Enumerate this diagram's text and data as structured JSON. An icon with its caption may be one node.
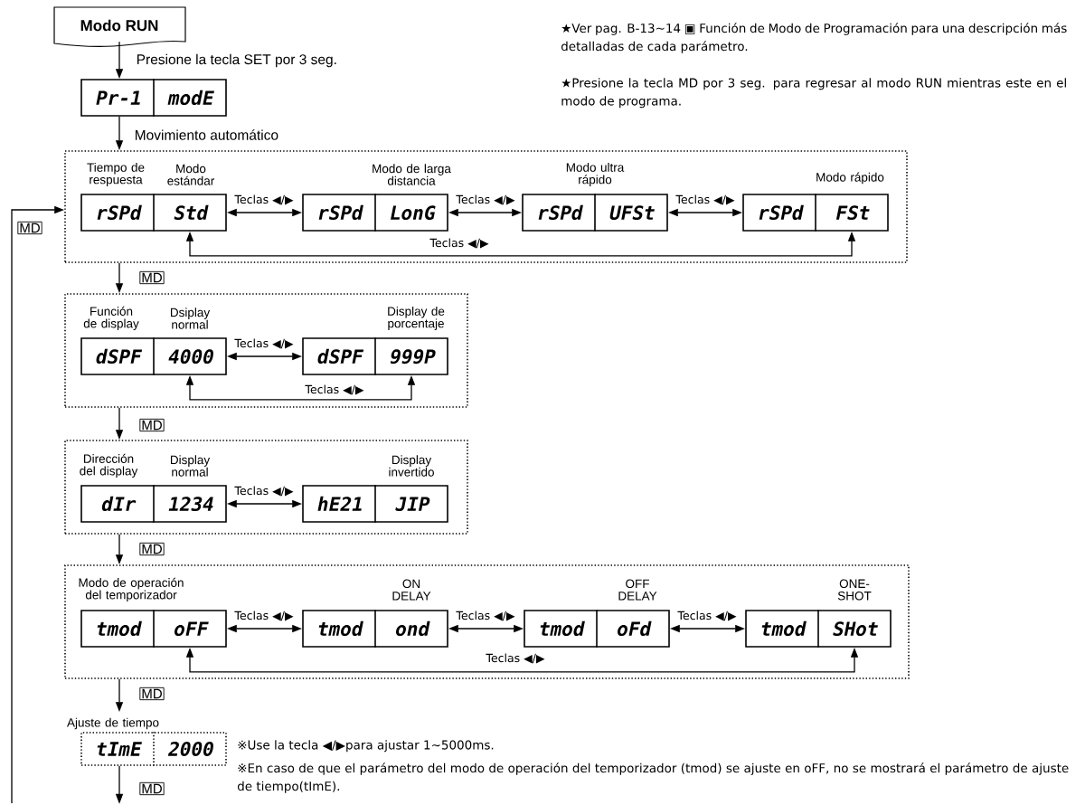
{
  "diagram": {
    "nodes": [
      {
        "text": [
          "Modo RUN"
        ]
      },
      {
        "text": [
          "Pr-1",
          "modE"
        ]
      },
      {
        "text": [],
        "shape": "box"
      },
      {
        "text": [
          "rSPd",
          "Std"
        ],
        "in": 2,
        "beside": [
          "Tiempo de respuesta",
          "Modo estándar"
        ]
      },
      {
        "text": [
          "rSPd",
          "LonG"
        ],
        "in": 2,
        "beside": [
          "Modo de larga distancia"
        ]
      },
      {
        "text": [
          "rSPd",
          "UFSt"
        ],
        "in": 2,
        "beside": [
          "Modo ultra rápido"
        ]
      },
      {
        "text": [
          "rSPd",
          "FSt"
        ],
        "in": 2,
        "beside": [
          "Modo rápido"
        ]
      },
      {
        "text": [],
        "shape": "box"
      },
      {
        "text": [
          "dSPF",
          "4000"
        ],
        "in": 7,
        "beside": [
          "Función de display",
          "Dsiplay normal"
        ]
      },
      {
        "text": [
          "dSPF",
          "999P"
        ],
        "in": 7,
        "beside": [
          "Display de porcentaje"
        ]
      },
      {
        "text": [],
        "shape": "box"
      },
      {
        "text": [
          "dIr",
          "1234"
        ],
        "in": 10,
        "beside": [
          "Dirección del display",
          "Display normal"
        ]
      },
      {
        "text": [
          "hE21",
          "JIP"
        ],
        "in": 10,
        "beside": [
          "Display invertido"
        ]
      },
      {
        "text": [],
        "shape": "box"
      },
      {
        "text": [
          "tmod",
          "oFF"
        ],
        "in": 13,
        "beside": [
          "Modo de operación del temporizador"
        ]
      },
      {
        "text": [
          "tmod",
          "ond"
        ],
        "in": 13,
        "beside": [
          "ON DELAY"
        ]
      },
      {
        "text": [
          "tmod",
          "oFd"
        ],
        "in": 13,
        "beside": [
          "OFF DELAY"
        ]
      },
      {
        "text": [
          "tmod",
          "SHot"
        ],
        "in": 13,
        "beside": [
          "ONE-SHOT"
        ]
      },
      {
        "text": [
          "tImE",
          "2000"
        ],
        "beside": [
          "Ajuste de tiempo"
        ]
      }
    ],
    "edges": [
      {
        "from": 0,
        "to": 1,
        "arrow": "to",
        "label": "Presione la tecla SET por 3 seg."
      },
      {
        "from": 1,
        "to": 2,
        "arrow": "to",
        "label": "Movimiento automático"
      },
      {
        "from": 3,
        "to": 4,
        "arrow": "both",
        "label": "Teclas ◀/▶"
      },
      {
        "from": 4,
        "to": 5,
        "arrow": "both",
        "label": "Teclas ◀/▶"
      },
      {
        "from": 5,
        "to": 6,
        "arrow": "both",
        "label": "Teclas ◀/▶"
      },
      {
        "from": 3,
        "to": 6,
        "arrow": "both",
        "label": "Teclas ◀/▶"
      },
      {
        "from": 2,
        "to": 7,
        "arrow": "to",
        "label": "MD"
      },
      {
        "from": 8,
        "to": 9,
        "arrow": "both",
        "label": "Teclas ◀/▶"
      },
      {
        "from": 8,
        "to": 9,
        "arrow": "both",
        "label": "Teclas ◀/▶"
      },
      {
        "from": 7,
        "to": 10,
        "arrow": "to",
        "label": "MD"
      },
      {
        "from": 11,
        "to": 12,
        "arrow": "both",
        "label": "Teclas ◀/▶"
      },
      {
        "from": 10,
        "to": 13,
        "arrow": "to",
        "label": "MD"
      },
      {
        "from": 14,
        "to": 15,
        "arrow": "both",
        "label": "Teclas ◀/▶"
      },
      {
        "from": 15,
        "to": 16,
        "arrow": "both",
        "label": "Teclas ◀/▶"
      },
      {
        "from": 16,
        "to": 17,
        "arrow": "both",
        "label": "Teclas ◀/▶"
      },
      {
        "from": 14,
        "to": 17,
        "arrow": "both",
        "label": "Teclas ◀/▶"
      },
      {
        "from": 13,
        "to": 18,
        "arrow": "to",
        "label": "MD"
      },
      {
        "from": 18,
        "to": null,
        "arrow": "to",
        "label": "MD"
      },
      {
        "from": null,
        "to": 2,
        "arrow": "to",
        "label": "MD"
      }
    ],
    "labels": [
      "★Ver pag. B-13~14 ▣ Función de Modo de Programación para una descripción más detalladas de cada parámetro.",
      "★Presione la tecla MD por 3 seg. para regresar al modo RUN mientras este en el modo de programa.",
      "※Use la tecla ◀/▶para ajustar 1~5000ms.",
      "※En caso de que el parámetro del modo de operación del temporizador (tmod) se ajuste en oFF, no se mostrará el parámetro de ajuste de tiempo(tImE)."
    ]
  }
}
